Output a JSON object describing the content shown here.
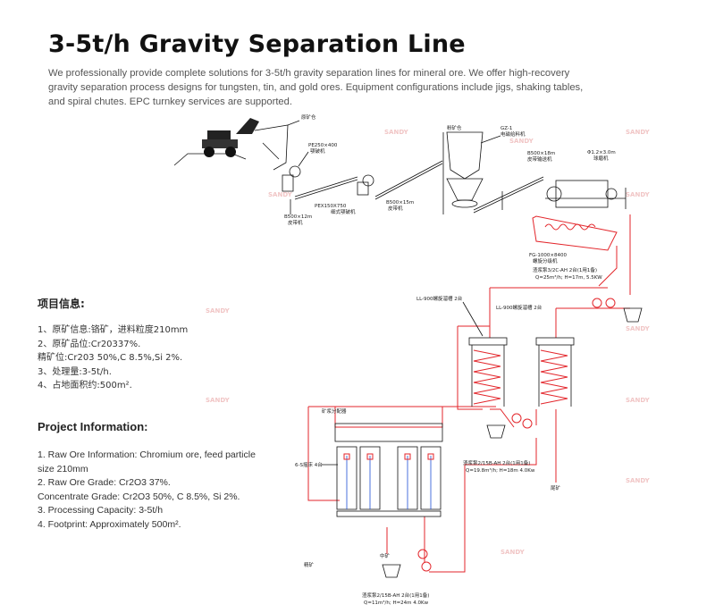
{
  "title": "3-5t/h Gravity Separation Line",
  "intro": "We professionally provide complete solutions for 3-5t/h gravity separation lines for mineral ore. We offer high-recovery gravity separation process designs for tungsten, tin, and gold ores. Equipment configurations include jigs, shaking tables, and spiral chutes. EPC turnkey services are supported.",
  "cn_info": {
    "heading": "项目信息:",
    "items": [
      "1、原矿信息:铬矿，进料粒度210mm",
      "2、原矿品位:Cr20337%.",
      "精矿位:Cr203 50%,C 8.5%,Si 2%.",
      "3、处理量:3-5t/h.",
      "4、占地面积约:500m²."
    ]
  },
  "en_info": {
    "heading": "Project Information:",
    "items": [
      "1. Raw Ore Information: Chromium ore, feed particle size 210mm",
      "2. Raw Ore Grade: Cr2O3 37%.",
      "Concentrate Grade: Cr2O3 50%, C 8.5%, Si 2%.",
      "3. Processing Capacity: 3-5t/h",
      "4. Footprint: Approximately 500m²."
    ]
  },
  "diagram": {
    "labels": {
      "raw_bin": "原矿仓",
      "jaw": "PE250×400",
      "jaw_name": "颚破机",
      "pex": "PEX150X750",
      "pex_name": "细式颚破机",
      "belt1": "B500×12m",
      "belt1_name": "皮带机",
      "belt2": "B500×15m",
      "belt2_name": "皮带机",
      "fine_bin": "粉矿仓",
      "feeder": "GZ-1",
      "feeder_name": "电磁给料机",
      "belt3": "B500×18m",
      "belt3_name": "皮带输送机",
      "mill": "Φ1.2×3.0m",
      "mill_name": "球磨机",
      "classifier": "FG-1000×8400",
      "classifier_name": "螺旋分级机",
      "pump1": "渣浆泵3/2C-AH 2台(1用1备)",
      "pump1_spec": "Q=25m³/h; H=17m, 5.5KW",
      "spiral1": "LL-900螺旋溜槽 2台",
      "spiral2": "LL-900螺旋溜槽 2台",
      "distributor": "矿浆分配器",
      "tables": "6-S摇床 4台",
      "pump2": "渣浆泵2/15B-AH 2台(1用1备)",
      "pump2_spec": "Q=19.8m³/h; H=18m 4.0Kw",
      "tail": "尾矿",
      "concentrate": "精矿",
      "middling": "中矿",
      "pump3": "渣浆泵2/15B-AH 2台(1用1备)",
      "pump3_spec": "Q=11m³/h; H=24m 4.0Kw"
    },
    "watermark": "SANDY"
  }
}
